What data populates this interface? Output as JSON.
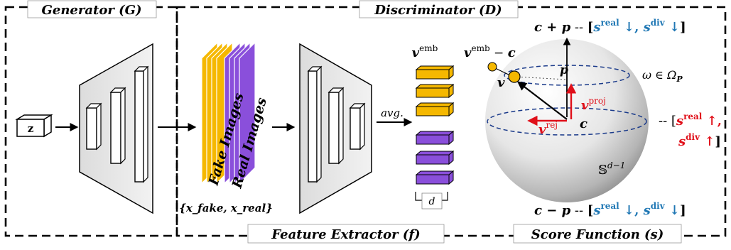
{
  "title_labels": {
    "generator": "Generator (G)",
    "discriminator": "Discriminator (D)",
    "feature_extractor": "Feature Extractor (f)",
    "score_function": "Score Function (s)"
  },
  "generator": {
    "input": "z"
  },
  "images": {
    "fake": "Fake Images",
    "real": "Real Images",
    "set": "{x_fake, x_real}",
    "fake_color": "#F5B800",
    "real_color": "#8A4FDB"
  },
  "embedding": {
    "label": "v^emb",
    "pool": "avg.",
    "dim": "d",
    "fake_color": "#F5B800",
    "real_color": "#8A4FDB"
  },
  "sphere": {
    "top_label": "c + p",
    "top_arrow": "--",
    "top_score": "[s^real ↓, s^div ↓]",
    "bottom_label": "c − p",
    "bottom_arrow": "--",
    "bottom_score": "[s^real ↓, s^div ↓]",
    "mid_arrow": "--",
    "mid_score_line1": "[s^real ↑,",
    "mid_score_line2": "s^div ↑]",
    "vemb_minus_c": "v^emb − c",
    "v": "v",
    "p": "p",
    "c": "c",
    "v_proj": "v^proj",
    "v_rej": "v^rej",
    "omega": "ω ∈ Ω_P",
    "manifold": "S^{d−1}",
    "blue": "#1F77B4",
    "red": "#E0101A"
  }
}
